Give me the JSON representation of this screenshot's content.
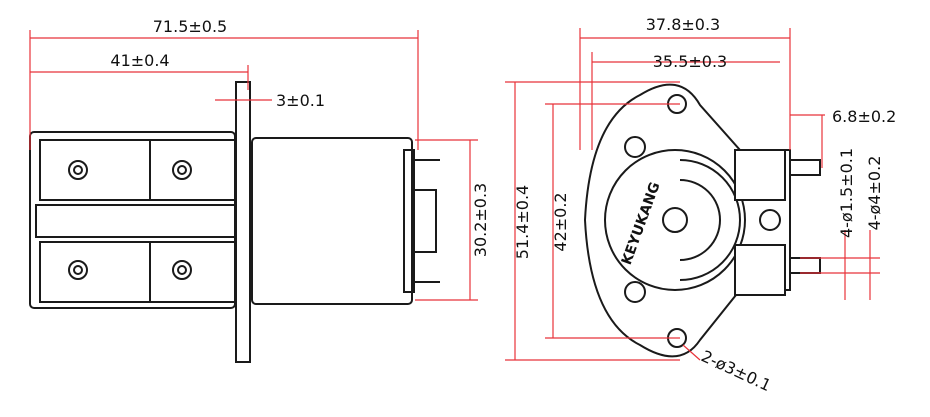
{
  "dimensions": {
    "overall_length": "71.5±0.5",
    "body_length": "41±0.4",
    "flange_thickness": "3±0.1",
    "motor_diameter": "30.2±0.3",
    "flange_height": "51.4±0.4",
    "hole_spacing": "42±0.2",
    "head_width_outer": "37.8±0.3",
    "head_width_inner": "35.5±0.3",
    "port_length": "6.8±0.2",
    "port_inner_diameter": "4-ø1.5±0.1",
    "port_outer_diameter": "4-ø4±0.2",
    "mounting_holes": "2-ø3±0.1"
  },
  "brand": "KEYUKANG",
  "colors": {
    "dimension_lines": "#e8333a",
    "outline": "#1a1a1a"
  }
}
